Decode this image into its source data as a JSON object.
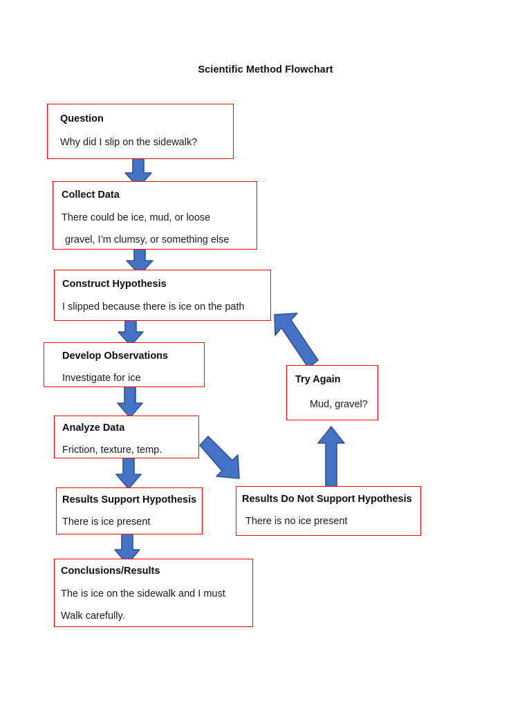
{
  "document": {
    "title": "Scientific Method Flowchart"
  },
  "theme": {
    "box_border_color": "#FE0000",
    "arrow_fill_color": "#4472C4",
    "arrow_stroke_color": "#2E5395",
    "background_color": "#FFFFFF",
    "text_color": "#0D0D0D"
  },
  "chart_data": {
    "type": "diagram",
    "diagram_type": "flowchart",
    "title": "Scientific Method Flowchart",
    "nodes": [
      {
        "id": "question",
        "heading": "Question",
        "lines": [
          "Why did I slip on the sidewalk?"
        ]
      },
      {
        "id": "collect_data",
        "heading": "Collect Data",
        "lines": [
          "There could be ice, mud, or loose",
          " gravel, I’m clumsy, or something else"
        ]
      },
      {
        "id": "construct_hypothesis",
        "heading": "Construct Hypothesis",
        "lines": [
          "I slipped because there is ice on the path"
        ]
      },
      {
        "id": "develop_observations",
        "heading": "Develop Observations",
        "lines": [
          "Investigate for ice"
        ]
      },
      {
        "id": "analyze_data",
        "heading": "Analyze Data",
        "lines": [
          "Friction, texture, temp."
        ]
      },
      {
        "id": "results_support",
        "heading": "Results Support Hypothesis",
        "lines": [
          "There is ice present"
        ]
      },
      {
        "id": "results_no_support",
        "heading": "Results Do Not Support Hypothesis",
        "lines": [
          "There is no ice present"
        ]
      },
      {
        "id": "try_again",
        "heading": "Try Again",
        "lines": [
          "Mud, gravel?"
        ]
      },
      {
        "id": "conclusions",
        "heading": "Conclusions/Results",
        "lines": [
          "The is ice on the sidewalk and I must",
          "Walk carefully."
        ]
      }
    ],
    "edges": [
      {
        "from": "question",
        "to": "collect_data",
        "direction": "down"
      },
      {
        "from": "collect_data",
        "to": "construct_hypothesis",
        "direction": "down"
      },
      {
        "from": "construct_hypothesis",
        "to": "develop_observations",
        "direction": "down"
      },
      {
        "from": "develop_observations",
        "to": "analyze_data",
        "direction": "down"
      },
      {
        "from": "analyze_data",
        "to": "results_support",
        "direction": "down"
      },
      {
        "from": "analyze_data",
        "to": "results_no_support",
        "direction": "down-right"
      },
      {
        "from": "results_support",
        "to": "conclusions",
        "direction": "down"
      },
      {
        "from": "results_no_support",
        "to": "try_again",
        "direction": "up"
      },
      {
        "from": "try_again",
        "to": "construct_hypothesis",
        "direction": "up-left"
      }
    ]
  }
}
